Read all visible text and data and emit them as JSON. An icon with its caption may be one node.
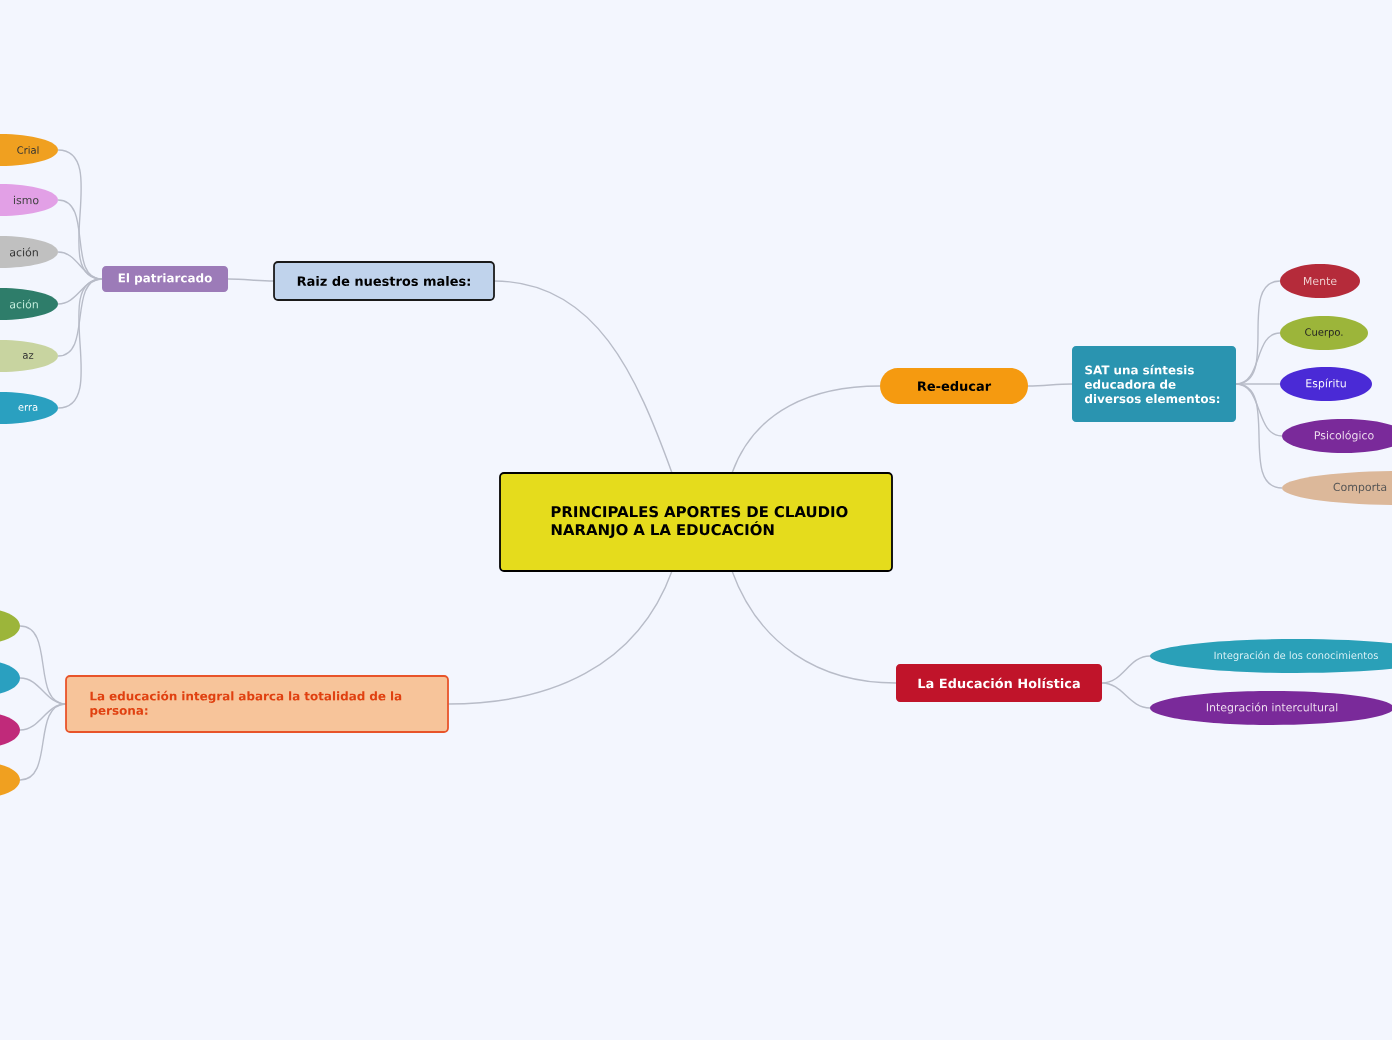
{
  "diagram": {
    "nodes": [
      {
        "text": [
          "PRINCIPALES APORTES DE CLAUDIO NARANJO A LA EDUCACIÓN"
        ]
      },
      {
        "text": [
          "Raiz de nuestros males:"
        ]
      },
      {
        "text": [
          "El patriarcado"
        ]
      },
      {
        "text": [
          "Crial"
        ]
      },
      {
        "text": [
          "ismo"
        ]
      },
      {
        "text": [
          "ación"
        ]
      },
      {
        "text": [
          "ación"
        ]
      },
      {
        "text": [
          "az"
        ]
      },
      {
        "text": [
          "erra"
        ]
      },
      {
        "text": [
          "Re-educar"
        ]
      },
      {
        "text": [
          "SAT una síntesis educadora de diversos elementos:"
        ]
      },
      {
        "text": [
          "Mente"
        ]
      },
      {
        "text": [
          "Cuerpo."
        ]
      },
      {
        "text": [
          "Espíritu"
        ]
      },
      {
        "text": [
          "Psicológico"
        ]
      },
      {
        "text": [
          "Comporta"
        ]
      },
      {
        "text": [
          "La Educación Holística"
        ]
      },
      {
        "text": [
          "Integración de los conocimientos"
        ]
      },
      {
        "text": [
          "Integración intercultural"
        ]
      },
      {
        "text": [
          "La educación integral abarca la totalidad de la persona:"
        ]
      },
      {
        "text": [],
        "shape": "ellipse"
      },
      {
        "text": [],
        "shape": "ellipse"
      },
      {
        "text": [],
        "shape": "ellipse"
      },
      {
        "text": [],
        "shape": "ellipse"
      }
    ],
    "edges": [
      {
        "from": 0,
        "to": 1,
        "arrow": "none"
      },
      {
        "from": 1,
        "to": 2,
        "arrow": "none"
      },
      {
        "from": 2,
        "to": 3,
        "arrow": "none"
      },
      {
        "from": 2,
        "to": 4,
        "arrow": "none"
      },
      {
        "from": 2,
        "to": 5,
        "arrow": "none"
      },
      {
        "from": 2,
        "to": 6,
        "arrow": "none"
      },
      {
        "from": 2,
        "to": 7,
        "arrow": "none"
      },
      {
        "from": 2,
        "to": 8,
        "arrow": "none"
      },
      {
        "from": 0,
        "to": 9,
        "arrow": "none"
      },
      {
        "from": 9,
        "to": 10,
        "arrow": "none"
      },
      {
        "from": 10,
        "to": 11,
        "arrow": "none"
      },
      {
        "from": 10,
        "to": 12,
        "arrow": "none"
      },
      {
        "from": 10,
        "to": 13,
        "arrow": "none"
      },
      {
        "from": 10,
        "to": 14,
        "arrow": "none"
      },
      {
        "from": 10,
        "to": 15,
        "arrow": "none"
      },
      {
        "from": 0,
        "to": 16,
        "arrow": "none"
      },
      {
        "from": 16,
        "to": 17,
        "arrow": "none"
      },
      {
        "from": 16,
        "to": 18,
        "arrow": "none"
      },
      {
        "from": 0,
        "to": 19,
        "arrow": "none"
      },
      {
        "from": 19,
        "to": 20,
        "arrow": "none"
      },
      {
        "from": 19,
        "to": 21,
        "arrow": "none"
      },
      {
        "from": 19,
        "to": 22,
        "arrow": "none"
      },
      {
        "from": 19,
        "to": 23,
        "arrow": "none"
      }
    ]
  }
}
